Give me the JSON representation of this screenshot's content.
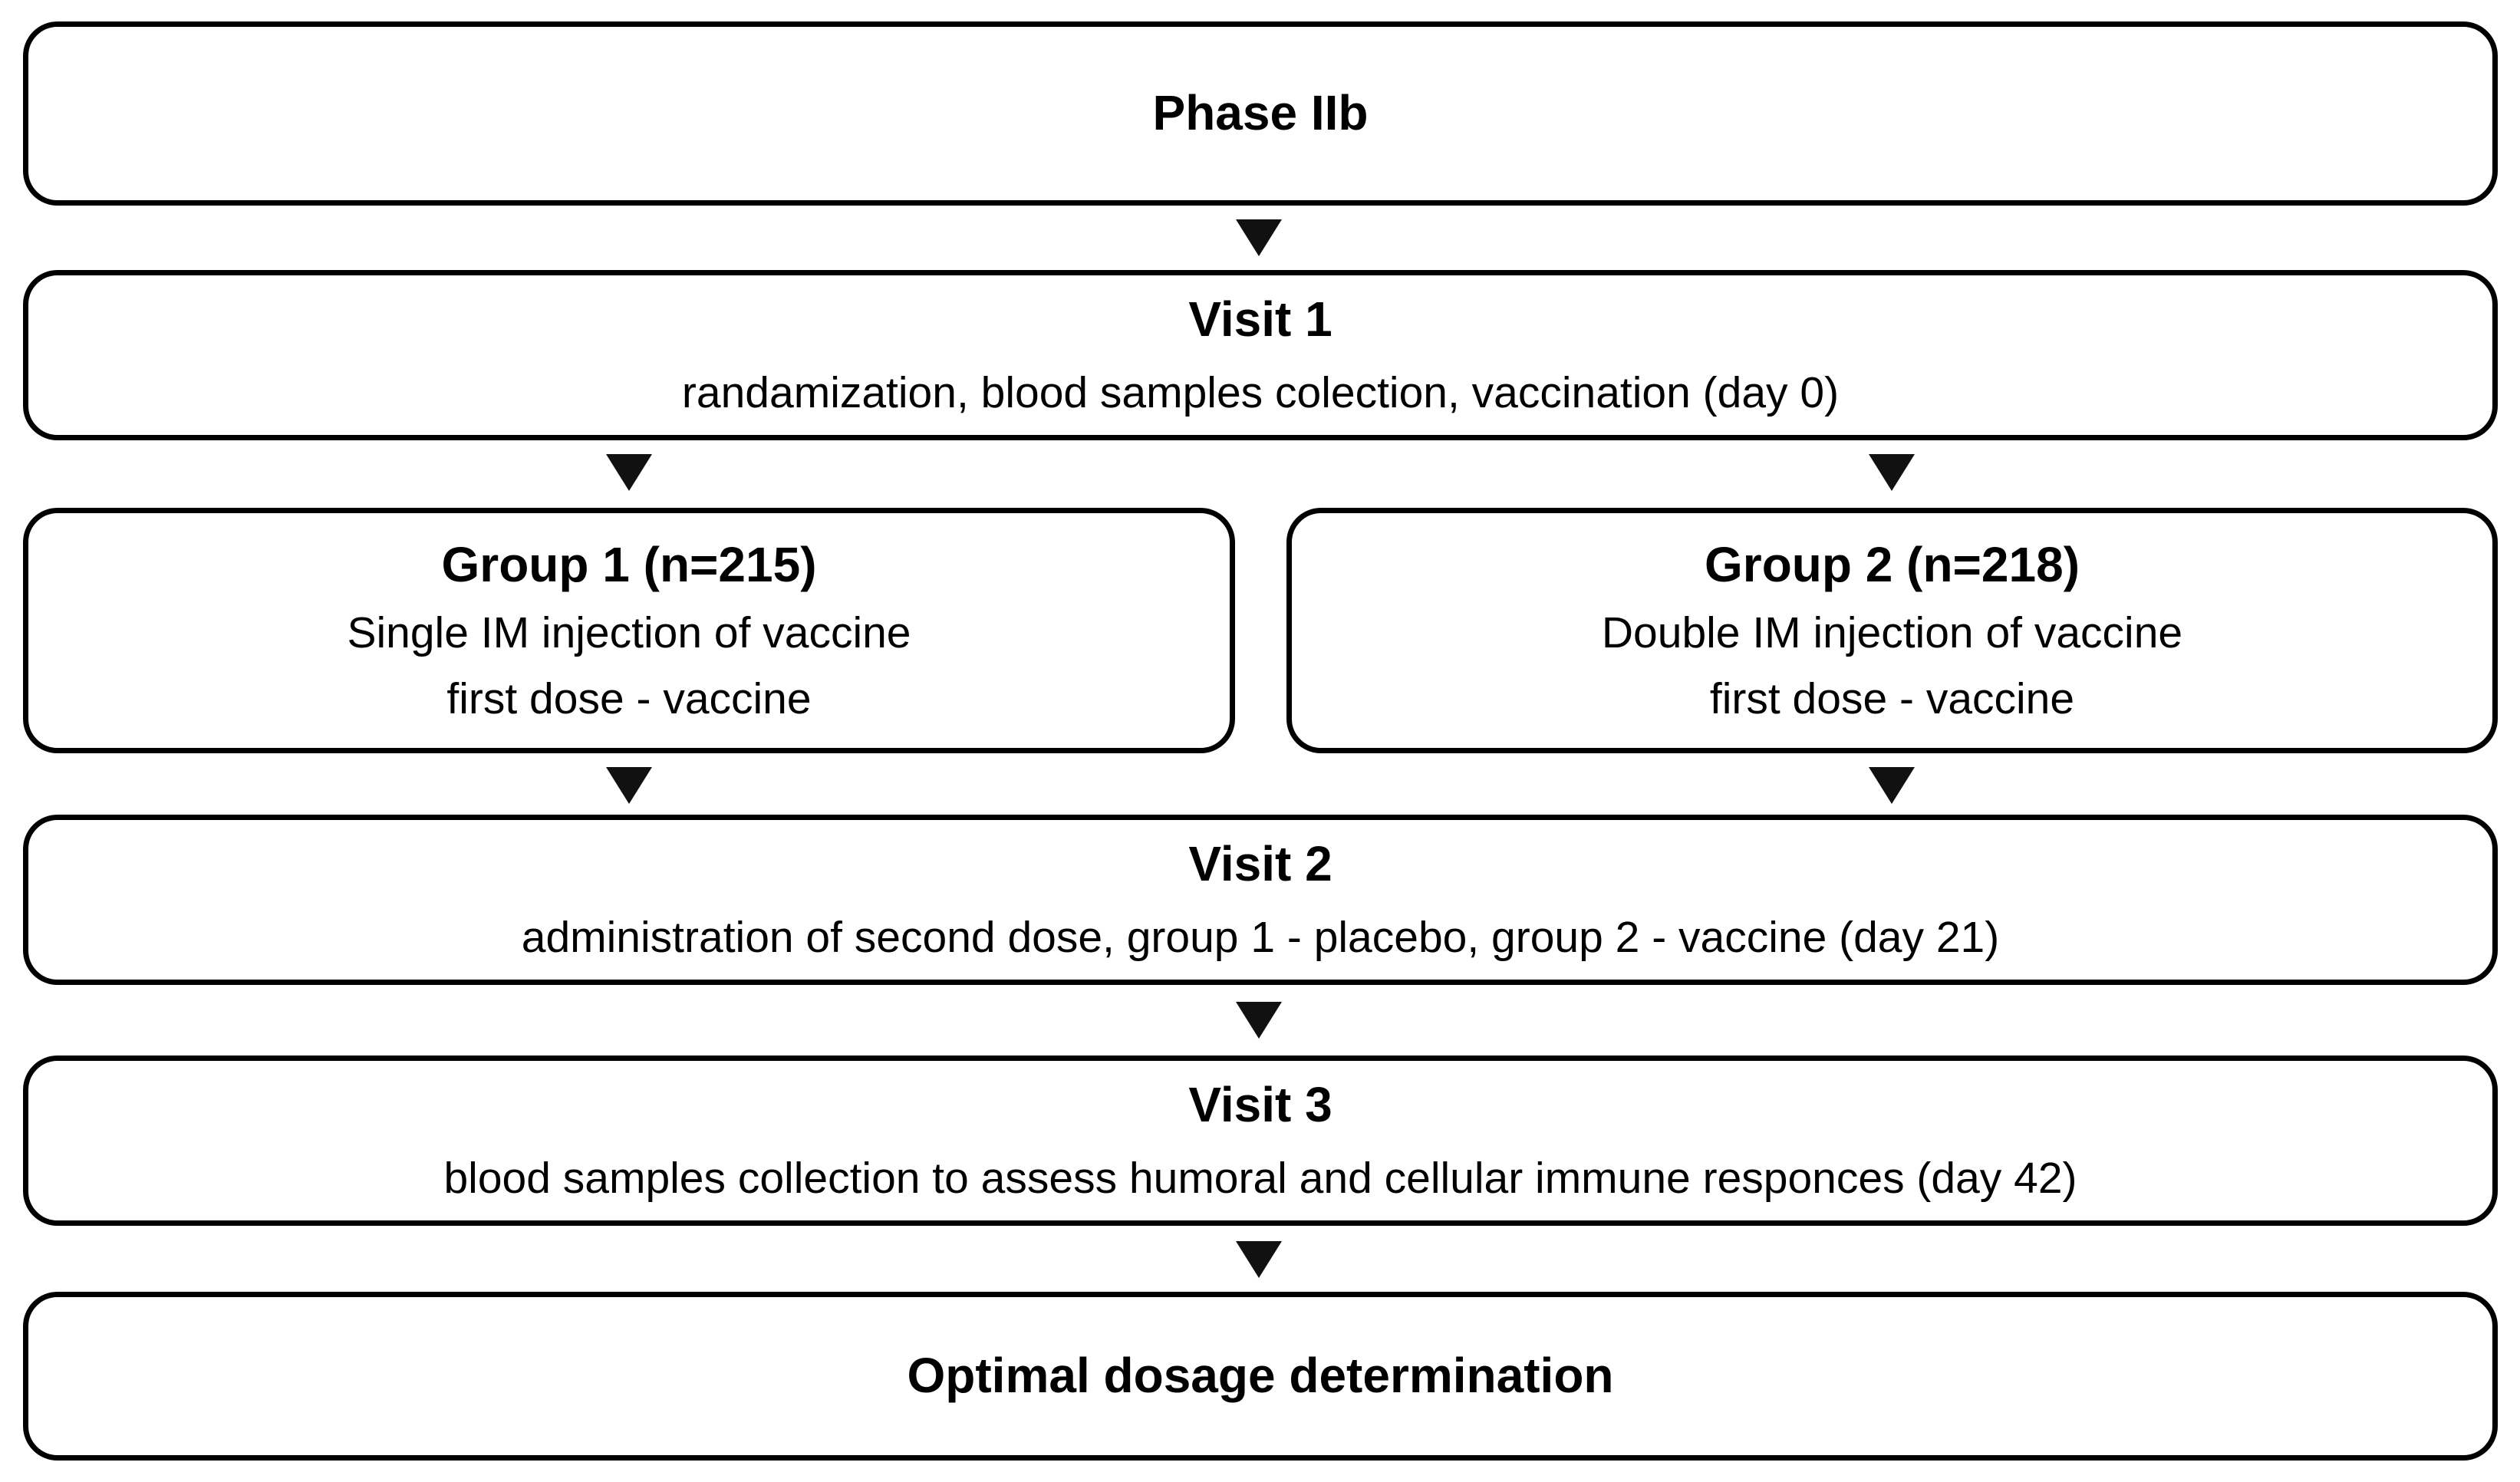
{
  "flowchart": {
    "phase": {
      "title": "Phase IIb"
    },
    "visit1": {
      "title": "Visit 1",
      "description": "randamization, blood samples colection, vaccination (day 0)"
    },
    "group1": {
      "title": "Group 1 (n=215)",
      "line1": "Single IM injection of vaccine",
      "line2": "first dose - vaccine"
    },
    "group2": {
      "title": "Group 2 (n=218)",
      "line1": "Double IM injection of vaccine",
      "line2": "first dose - vaccine"
    },
    "visit2": {
      "title": "Visit 2",
      "description": "administration of second dose, group 1 - placebo, group 2 - vaccine (day 21)"
    },
    "visit3": {
      "title": "Visit 3",
      "description": "blood samples collection to assess humoral and cellular immune responces (day 42)"
    },
    "outcome": {
      "title": "Optimal dosage determination"
    }
  },
  "icons": {
    "connector": "arrow-down-icon"
  },
  "colors": {
    "border": "#000000",
    "background": "#ffffff",
    "text": "#000000",
    "arrow": "#111111"
  }
}
